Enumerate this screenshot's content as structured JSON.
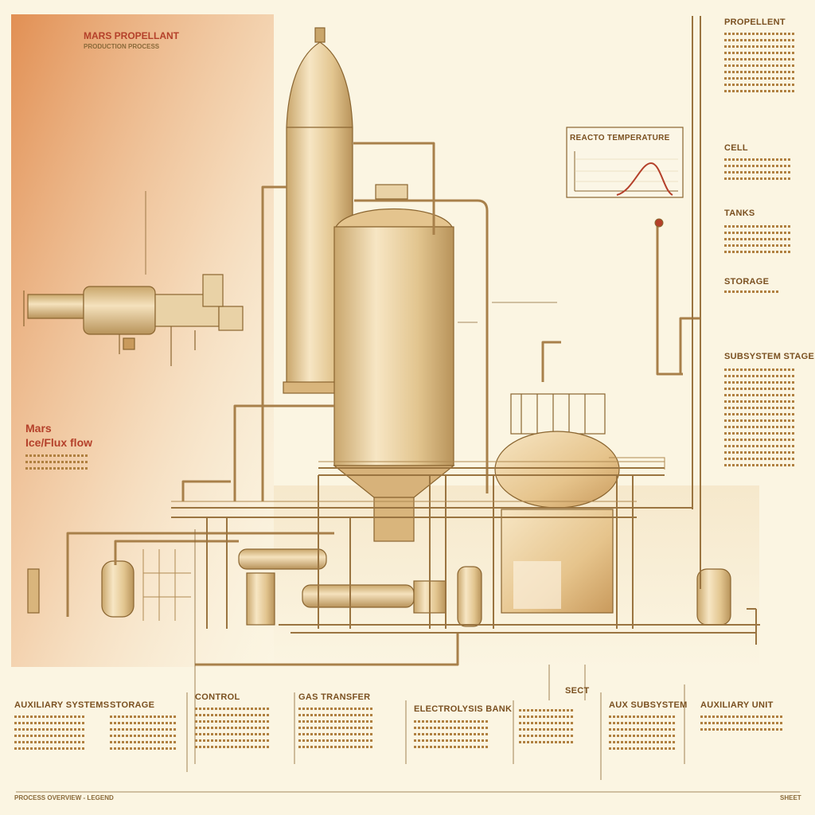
{
  "header": {
    "title": "MARS PROPELLANT",
    "subtitle": "PRODUCTION PROCESS"
  },
  "left_panel": {
    "section_title_1": "Mars",
    "section_title_2": "Ice/Flux flow"
  },
  "chart_inset": {
    "title": "REACTO TEMPERATURE"
  },
  "right_column": {
    "title": "PROPELLENT",
    "h_cell": "CELL",
    "h_tanks": "TANKS",
    "h_storage": "STORAGE",
    "h_stages": "SUBSYSTEM STAGE"
  },
  "bottom_row": {
    "col1_title": "AUXILIARY SYSTEMS",
    "col2_title": "STORAGE",
    "col3_title": "CONTROL",
    "col4_title": "GAS TRANSFER",
    "col5_title": "ELECTROLYSIS BANK",
    "col6_title": "SECT",
    "col7_title": "AUX SUBSYSTEM",
    "col8_title": "AUXILIARY UNIT"
  },
  "footer": {
    "left": "PROCESS OVERVIEW - LEGEND",
    "right": "SHEET"
  },
  "colors": {
    "paper": "#fbf5e2",
    "ink": "#8a6530",
    "accent": "#b4402a",
    "metal": "#e8cfa0",
    "panel": "#e59a5e"
  }
}
